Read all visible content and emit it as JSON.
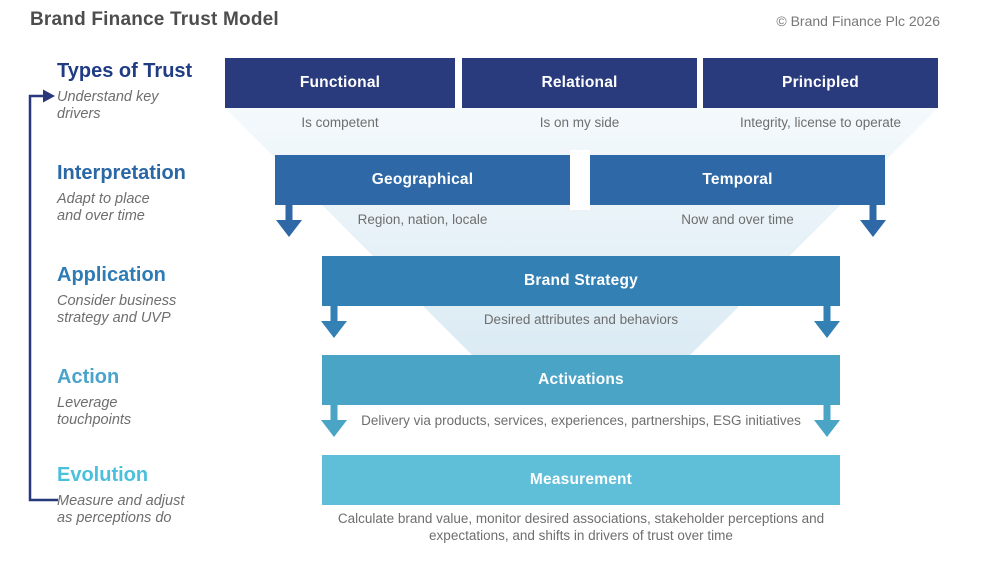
{
  "header": {
    "title": "Brand Finance Trust Model",
    "copyright": "© Brand Finance Plc 2026"
  },
  "stages": [
    {
      "heading": "Types of Trust",
      "subtitle": "Understand key\ndrivers",
      "color": "#1f3c85"
    },
    {
      "heading": "Interpretation",
      "subtitle": "Adapt to place\nand over time",
      "color": "#2a67a5"
    },
    {
      "heading": "Application",
      "subtitle": "Consider business\nstrategy and UVP",
      "color": "#2e7cb5"
    },
    {
      "heading": "Action",
      "subtitle": "Leverage\ntouchpoints",
      "color": "#4ba3cb"
    },
    {
      "heading": "Evolution",
      "subtitle": "Measure and adjust\nas perceptions do",
      "color": "#4bc0dc"
    }
  ],
  "rows": [
    {
      "color": "#293b7d",
      "boxes": [
        {
          "label": "Functional",
          "caption": "Is competent"
        },
        {
          "label": "Relational",
          "caption": "Is on my side"
        },
        {
          "label": "Principled",
          "caption": "Integrity, license to operate"
        }
      ]
    },
    {
      "color": "#2e68a6",
      "boxes": [
        {
          "label": "Geographical",
          "caption": "Region, nation, locale"
        },
        {
          "label": "Temporal",
          "caption": "Now and over time"
        }
      ]
    },
    {
      "color": "#3380b4",
      "boxes": [
        {
          "label": "Brand Strategy",
          "caption": "Desired attributes and behaviors"
        }
      ]
    },
    {
      "color": "#4aa4c6",
      "boxes": [
        {
          "label": "Activations",
          "caption": "Delivery via products, services, experiences, partnerships, ESG initiatives"
        }
      ]
    },
    {
      "color": "#5fbfd9",
      "boxes": [
        {
          "label": "Measurement",
          "caption": "Calculate brand value, monitor desired associations, stakeholder perceptions and expectations, and shifts in drivers of trust over time"
        }
      ]
    }
  ],
  "colors": {
    "funnel_top": "#f4f9fc",
    "funnel_bottom": "#d6e8f2",
    "feedback": "#27397b"
  }
}
